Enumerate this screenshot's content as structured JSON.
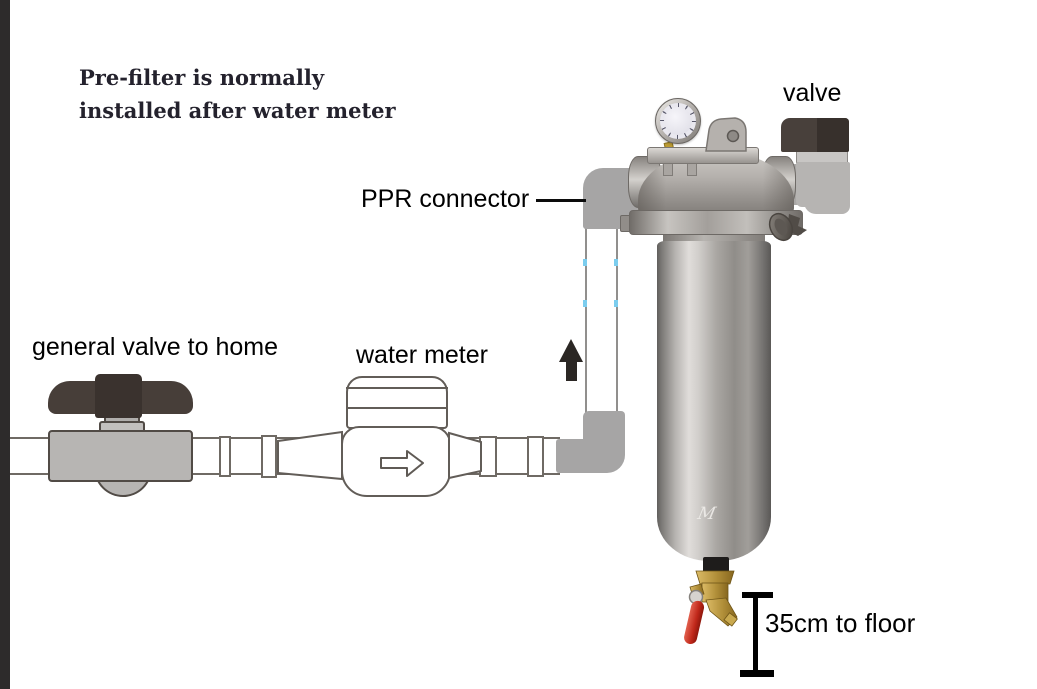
{
  "title_note": {
    "line1": "Pre-filter is normally",
    "line2": "installed after water meter"
  },
  "callouts": {
    "valve": "valve",
    "ppr_connector": "PPR connector",
    "general_valve": "general valve to home",
    "water_meter": "water meter",
    "floor_distance": "35cm to floor"
  },
  "figure": {
    "type": "installation-diagram",
    "components": [
      "general shut-off valve",
      "water meter",
      "PPR pipe with elbows",
      "stainless pre-filter housing",
      "pressure gauge",
      "outlet valve",
      "brass drain valve with red handle"
    ],
    "flow_icons": [
      "right-arrow",
      "up-arrow"
    ],
    "measurement_icon": "i-beam-bracket",
    "brand_mark": "M",
    "mount_height": "35cm"
  },
  "colors": {
    "background": "#ffffff",
    "edge_bar": "#2d2b2b",
    "pipe_fitting_gray": "#a6a5a5",
    "valve_handle_dark": "#3f3833",
    "valve_body_gray": "#b7b5b3",
    "outline": "#625d58",
    "stainless_light": "#e0ddda",
    "stainless_dark": "#5e5c5a",
    "brass": "#b08e38",
    "drain_handle_red": "#c0281a",
    "pipe_marker_blue": "#7ccdee",
    "annotation": "#000000",
    "note_text": "#24222d"
  }
}
